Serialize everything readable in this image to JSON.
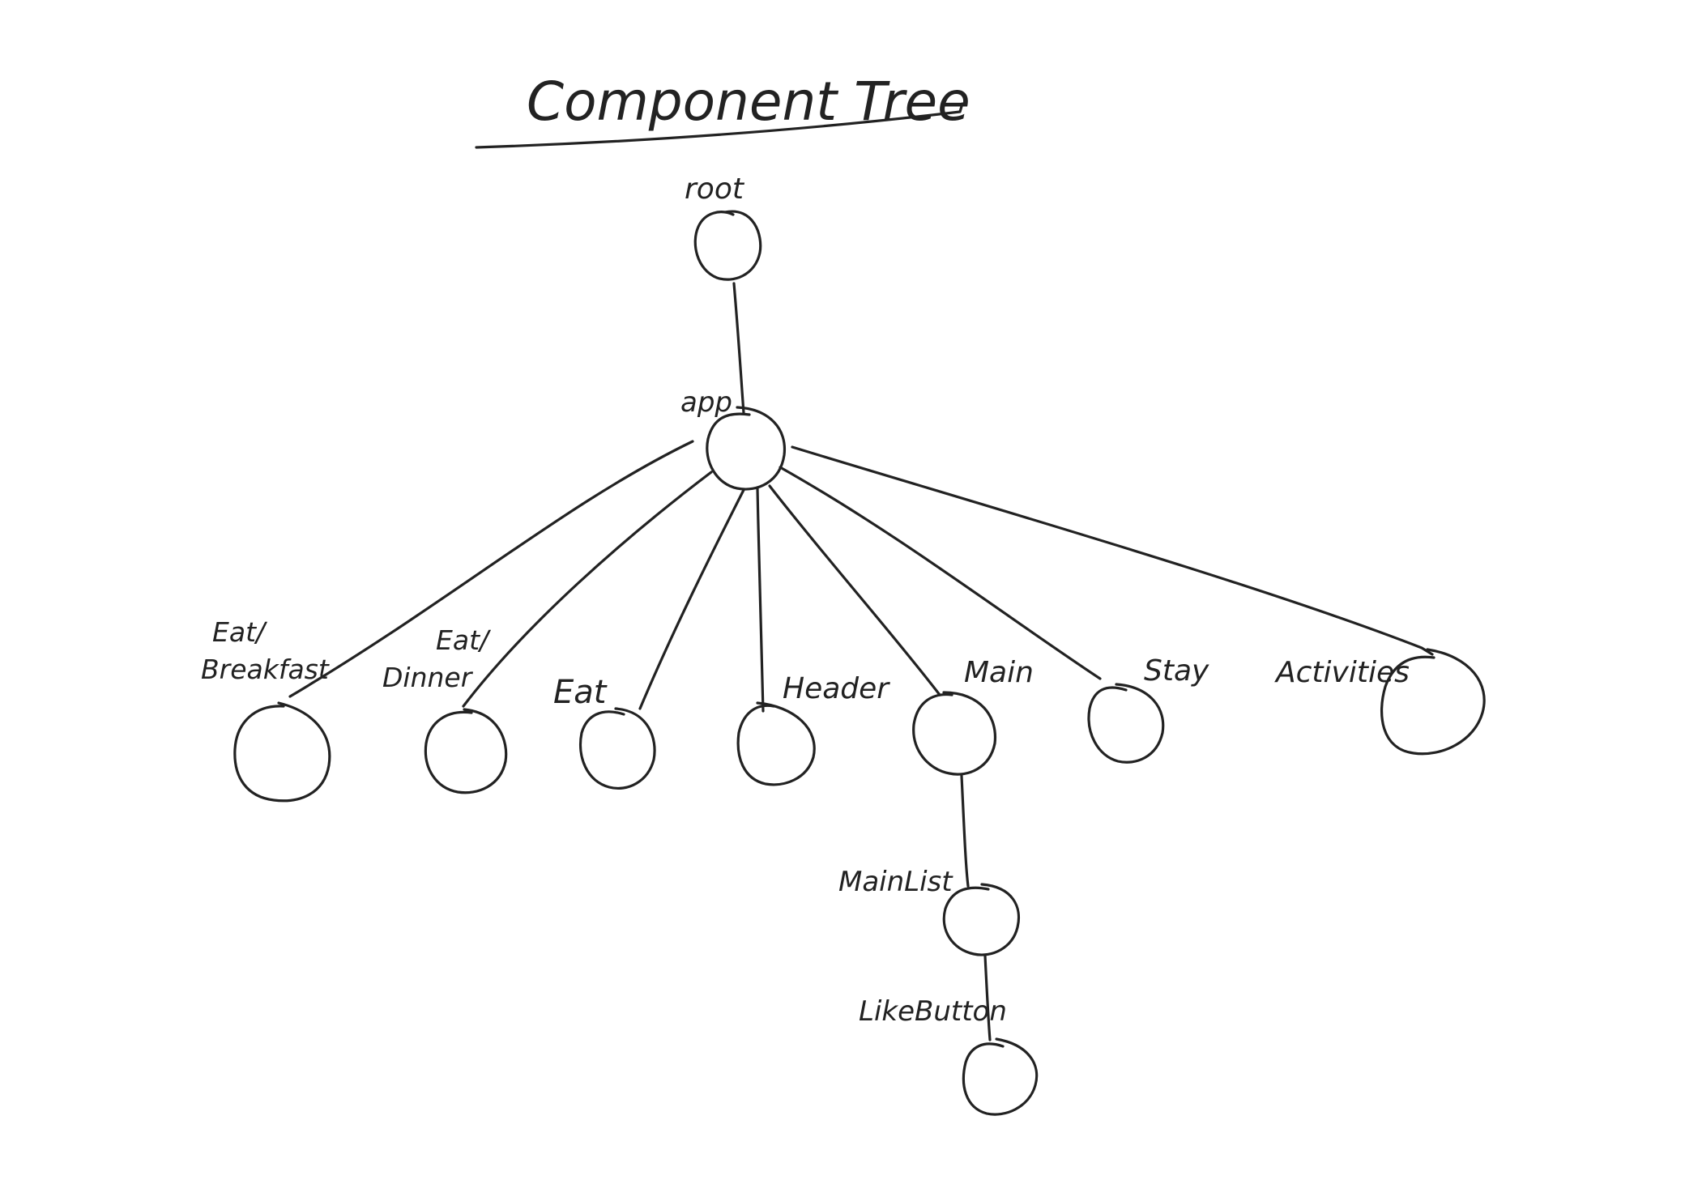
{
  "title": "Component Tree",
  "nodes": [
    {
      "id": "root",
      "label": "root"
    },
    {
      "id": "app",
      "label": "app"
    },
    {
      "id": "eat-breakfast",
      "label": "Eat/ Breakfast"
    },
    {
      "id": "eat-dinner",
      "label": "Eat/ Dinner"
    },
    {
      "id": "eat",
      "label": "Eat"
    },
    {
      "id": "header",
      "label": "Header"
    },
    {
      "id": "main",
      "label": "Main"
    },
    {
      "id": "stay",
      "label": "Stay"
    },
    {
      "id": "activities",
      "label": "Activities"
    },
    {
      "id": "mainlist",
      "label": "MainList"
    },
    {
      "id": "likebutton",
      "label": "LikeButton"
    }
  ],
  "edges": [
    {
      "from": "root",
      "to": "app"
    },
    {
      "from": "app",
      "to": "eat-breakfast"
    },
    {
      "from": "app",
      "to": "eat-dinner"
    },
    {
      "from": "app",
      "to": "eat"
    },
    {
      "from": "app",
      "to": "header"
    },
    {
      "from": "app",
      "to": "main"
    },
    {
      "from": "app",
      "to": "stay"
    },
    {
      "from": "app",
      "to": "activities"
    },
    {
      "from": "main",
      "to": "mainlist"
    },
    {
      "from": "mainlist",
      "to": "likebutton"
    }
  ],
  "colors": {
    "ink": "#222222",
    "background": "#ffffff"
  }
}
